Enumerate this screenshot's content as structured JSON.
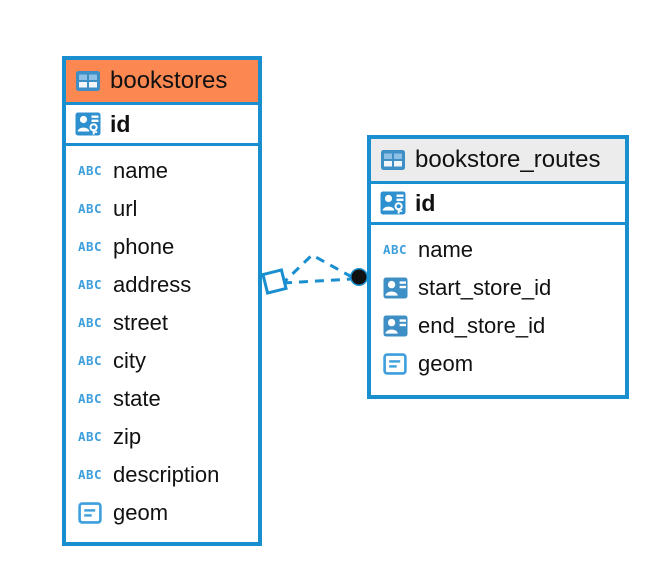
{
  "diagram": {
    "type": "entity-relationship-diagram",
    "background_color": "#ffffff",
    "accent_color": "#1a8fd0",
    "highlight_color": "#fc8750",
    "neutral_header_color": "#ececec"
  },
  "entities": [
    {
      "name": "bookstores",
      "header_icon": "table-icon",
      "header_style": "accent",
      "primary_key": {
        "label": "id",
        "icon": "primary-key-icon"
      },
      "fields": [
        {
          "label": "name",
          "icon": "text-type-icon",
          "icon_text": "ABC"
        },
        {
          "label": "url",
          "icon": "text-type-icon",
          "icon_text": "ABC"
        },
        {
          "label": "phone",
          "icon": "text-type-icon",
          "icon_text": "ABC"
        },
        {
          "label": "address",
          "icon": "text-type-icon",
          "icon_text": "ABC"
        },
        {
          "label": "street",
          "icon": "text-type-icon",
          "icon_text": "ABC"
        },
        {
          "label": "city",
          "icon": "text-type-icon",
          "icon_text": "ABC"
        },
        {
          "label": "state",
          "icon": "text-type-icon",
          "icon_text": "ABC"
        },
        {
          "label": "zip",
          "icon": "text-type-icon",
          "icon_text": "ABC"
        },
        {
          "label": "description",
          "icon": "text-type-icon",
          "icon_text": "ABC"
        },
        {
          "label": "geom",
          "icon": "geometry-type-icon",
          "icon_text": ""
        }
      ]
    },
    {
      "name": "bookstore_routes",
      "header_icon": "table-icon",
      "header_style": "neutral",
      "primary_key": {
        "label": "id",
        "icon": "primary-key-icon"
      },
      "fields": [
        {
          "label": "name",
          "icon": "text-type-icon",
          "icon_text": "ABC"
        },
        {
          "label": "start_store_id",
          "icon": "foreign-key-icon",
          "icon_text": ""
        },
        {
          "label": "end_store_id",
          "icon": "foreign-key-icon",
          "icon_text": ""
        },
        {
          "label": "geom",
          "icon": "geometry-type-icon",
          "icon_text": ""
        }
      ]
    }
  ],
  "relationship": {
    "from_entity": "bookstores",
    "to_entity": "bookstore_routes",
    "line_style": "dashed",
    "line_color": "#1a8fd0",
    "source_marker": "diamond-marker",
    "target_marker": "filled-circle-marker",
    "target_marker_color": "#111111"
  }
}
